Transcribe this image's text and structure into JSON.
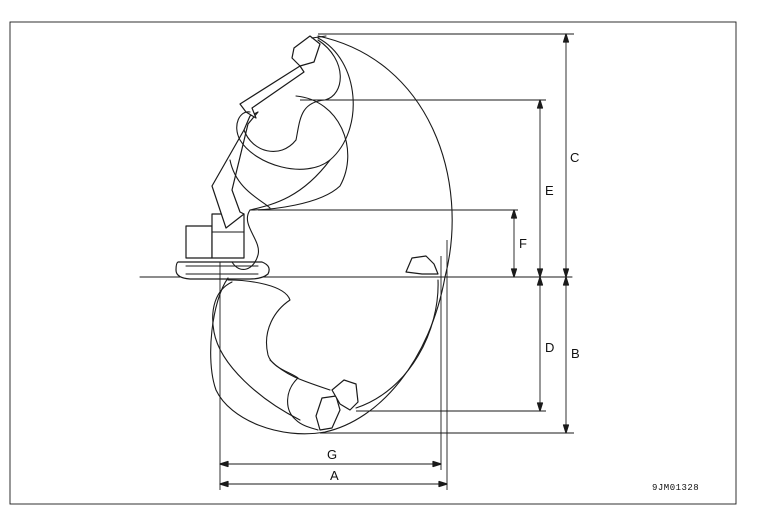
{
  "labels": {
    "A": "A",
    "B": "B",
    "C": "C",
    "D": "D",
    "E": "E",
    "F": "F",
    "G": "G"
  },
  "drawing_code": "9JM01328"
}
